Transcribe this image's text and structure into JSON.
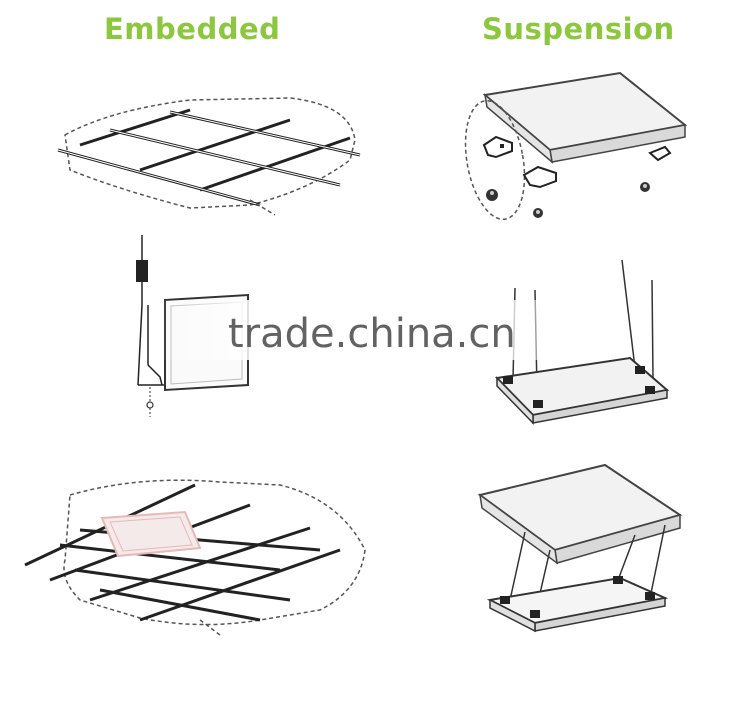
{
  "headings": {
    "left": "Embedded",
    "right": "Suspension"
  },
  "watermark": "trade.china.cn",
  "colors": {
    "heading": "#8dc63f",
    "line": "#222222",
    "dashed": "#555555",
    "panel_face": "#f2f2f2",
    "panel_edge": "#555555",
    "light_frame": "#e6b8b8"
  }
}
